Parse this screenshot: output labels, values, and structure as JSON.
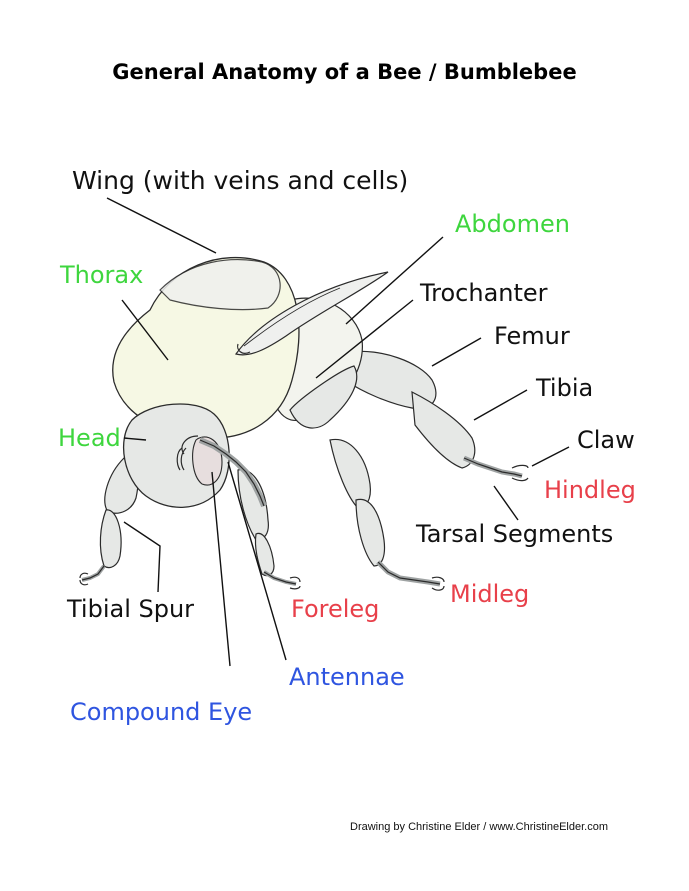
{
  "title": "General Anatomy of a Bee / Bumblebee",
  "credit": "Drawing by Christine Elder / www.ChristineElder.com",
  "colors": {
    "black_label": "#111111",
    "green_label": "#3ed63e",
    "red_label": "#e8404a",
    "blue_label": "#2f55e0",
    "body_fill": "#f6f8e4",
    "leg_fill": "#e6e8e6",
    "outline": "#2b2b2b"
  },
  "labels": {
    "wing": "Wing (with veins and cells)",
    "abdomen": "Abdomen",
    "thorax": "Thorax",
    "trochanter": "Trochanter",
    "femur": "Femur",
    "tibia": "Tibia",
    "head": "Head",
    "claw": "Claw",
    "hindleg": "Hindleg",
    "tarsal_segments": "Tarsal Segments",
    "tibial_spur": "Tibial Spur",
    "foreleg": "Foreleg",
    "midleg": "Midleg",
    "antennae": "Antennae",
    "compound_eye": "Compound Eye"
  }
}
